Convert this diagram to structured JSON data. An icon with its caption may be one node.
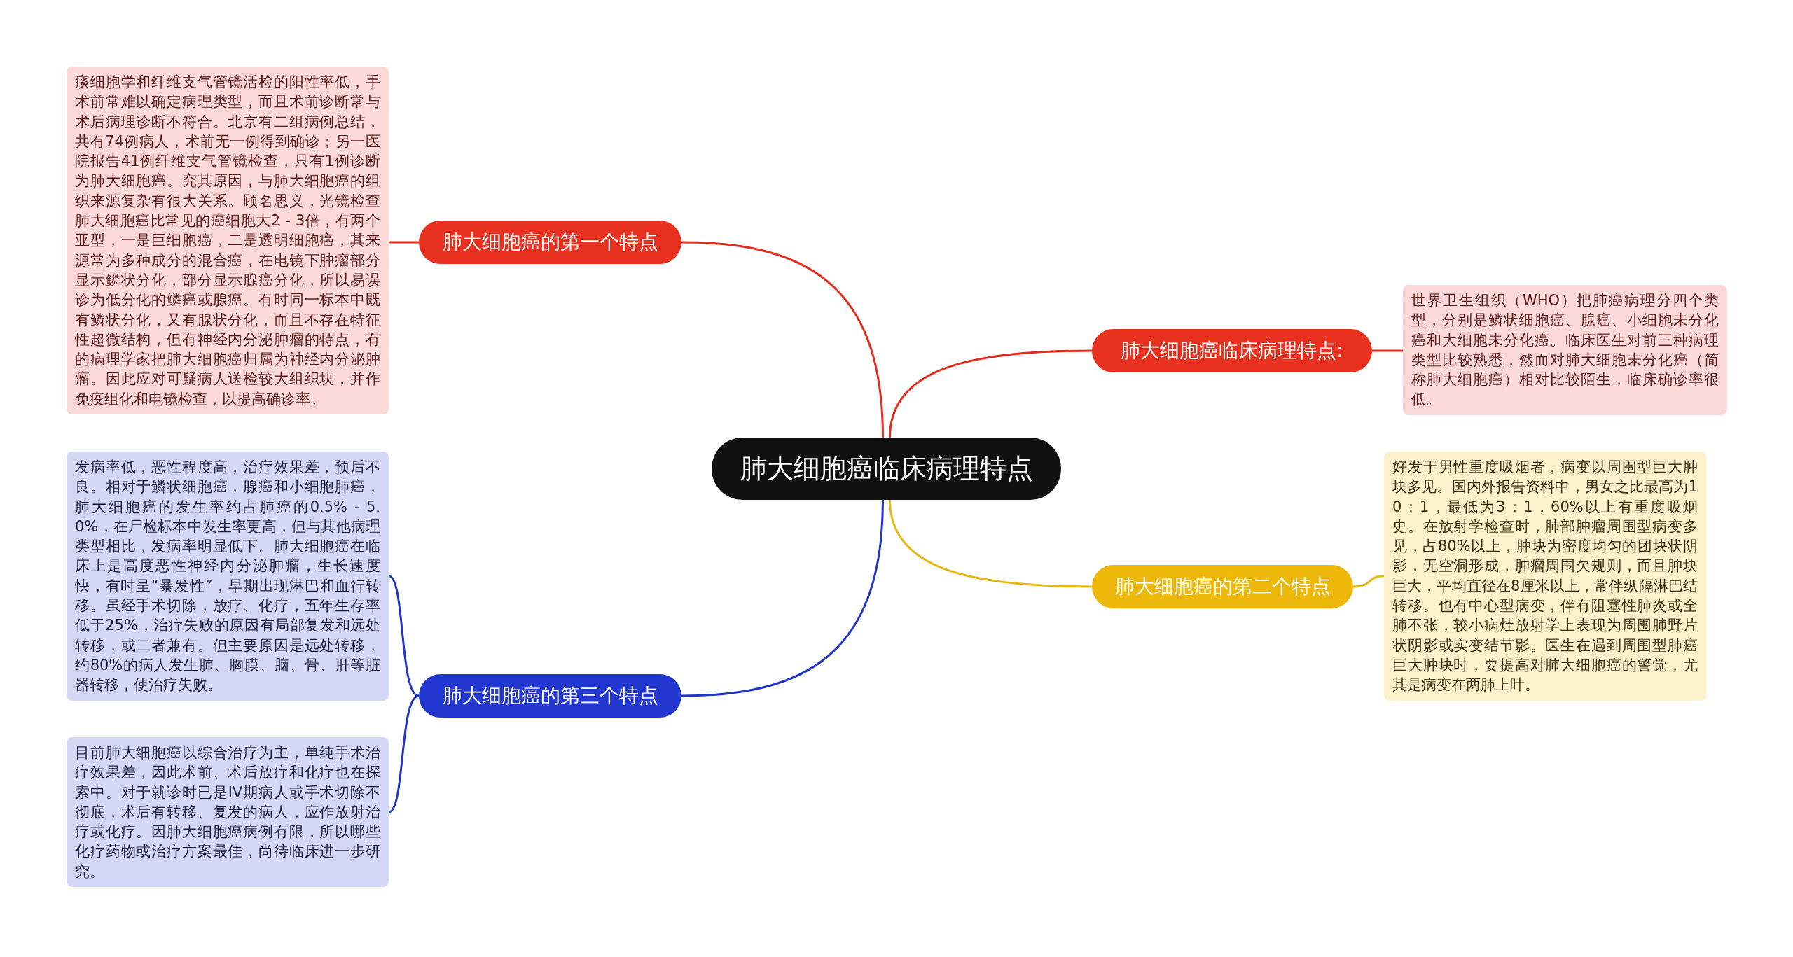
{
  "diagram": {
    "nodes": [
      {
        "text": [
          "肺大细胞癌临床病理特点"
        ]
      },
      {
        "text": [
          "肺大细胞癌的第一个特点"
        ]
      },
      {
        "text": [
          "痰细胞学和纤维支气管镜活检的阳性率低，手术前常难以确定病理类型，而且术前诊断常与术后病理诊断不符合。北京有二组病例总结，共有74例病人，术前无一例得到确诊；另一医院报告41例纤维支气管镜检查，只有1例诊断为肺大细胞癌。究其原因，与肺大细胞癌的组织来源复杂有很大关系。顾名思义，光镜检查肺大细胞癌比常见的癌细胞大2 - 3倍，有两个亚型，一是巨细胞癌，二是透明细胞癌，其来源常为多种成分的混合癌，在电镜下肿瘤部分显示鳞状分化，部分显示腺癌分化，所以易误诊为低分化的鳞癌或腺癌。有时同一标本中既有鳞状分化，又有腺状分化，而且不存在特征性超微结构，但有神经内分泌肿瘤的特点，有的病理学家把肺大细胞癌归属为神经内分泌肿瘤。因此应对可疑病人送检较大组织块，并作免疫组化和电镜检查，以提高确诊率。"
        ]
      },
      {
        "text": [
          "肺大细胞癌临床病理特点:"
        ]
      },
      {
        "text": [
          "世界卫生组织（WHO）把肺癌病理分四个类型，分别是鳞状细胞癌、腺癌、小细胞未分化癌和大细胞未分化癌。临床医生对前三种病理类型比较熟悉，然而对肺大细胞未分化癌（简称肺大细胞癌）相对比较陌生，临床确诊率很低。"
        ]
      },
      {
        "text": [
          "肺大细胞癌的第二个特点"
        ]
      },
      {
        "text": [
          "好发于男性重度吸烟者，病变以周围型巨大肿块多见。国内外报告资料中，男女之比最高为10：1，最低为3：1，60%以上有重度吸烟史。在放射学检查时，肺部肿瘤周围型病变多见，占80%以上，肿块为密度均匀的团块状阴影，无空洞形成，肿瘤周围欠规则，而且肿块巨大，平均直径在8厘米以上，常伴纵隔淋巴结转移。也有中心型病变，伴有阻塞性肺炎或全肺不张，较小病灶放射学上表现为周围肺野片状阴影或实变结节影。医生在遇到周围型肺癌巨大肿块时，要提高对肺大细胞癌的警觉，尤其是病变在两肺上叶。"
        ]
      },
      {
        "text": [
          "肺大细胞癌的第三个特点"
        ]
      },
      {
        "text": [
          "发病率低，恶性程度高，治疗效果差，预后不良。相对于鳞状细胞癌，腺癌和小细胞肺癌，肺大细胞癌的发生率约占肺癌的0.5% - 5.0%，在尸检标本中发生率更高，但与其他病理类型相比，发病率明显低下。肺大细胞癌在临床上是高度恶性神经内分泌肿瘤，生长速度快，有时呈“暴发性”，早期出现淋巴和血行转移。虽经手术切除，放疗、化疗，五年生存率低于25%，治疗失败的原因有局部复发和远处转移，或二者兼有。但主要原因是远处转移，约80%的病人发生肺、胸膜、脑、骨、肝等脏器转移，使治疗失败。"
        ]
      },
      {
        "text": [
          "目前肺大细胞癌以综合治疗为主，单纯手术治疗效果差，因此术前、术后放疗和化疗也在探索中。对于就诊时已是IV期病人或手术切除不彻底，术后有转移、复发的病人，应作放射治疗或化疗。因肺大细胞癌病例有限，所以哪些化疗药物或治疗方案最佳，尚待临床进一步研究。"
        ]
      }
    ],
    "edges": [
      {
        "from": 0,
        "to": 1,
        "arrow": "none"
      },
      {
        "from": 1,
        "to": 2,
        "arrow": "none"
      },
      {
        "from": 0,
        "to": 3,
        "arrow": "none"
      },
      {
        "from": 3,
        "to": 4,
        "arrow": "none"
      },
      {
        "from": 0,
        "to": 5,
        "arrow": "none",
        "color": "#e8b70f"
      },
      {
        "from": 5,
        "to": 6,
        "arrow": "none",
        "color": "#e8b70f"
      },
      {
        "from": 0,
        "to": 7,
        "arrow": "none",
        "color": "#2136c8"
      },
      {
        "from": 7,
        "to": 8,
        "arrow": "none",
        "color": "#2136c8"
      },
      {
        "from": 7,
        "to": 9,
        "arrow": "none",
        "color": "#2136c8"
      }
    ]
  }
}
